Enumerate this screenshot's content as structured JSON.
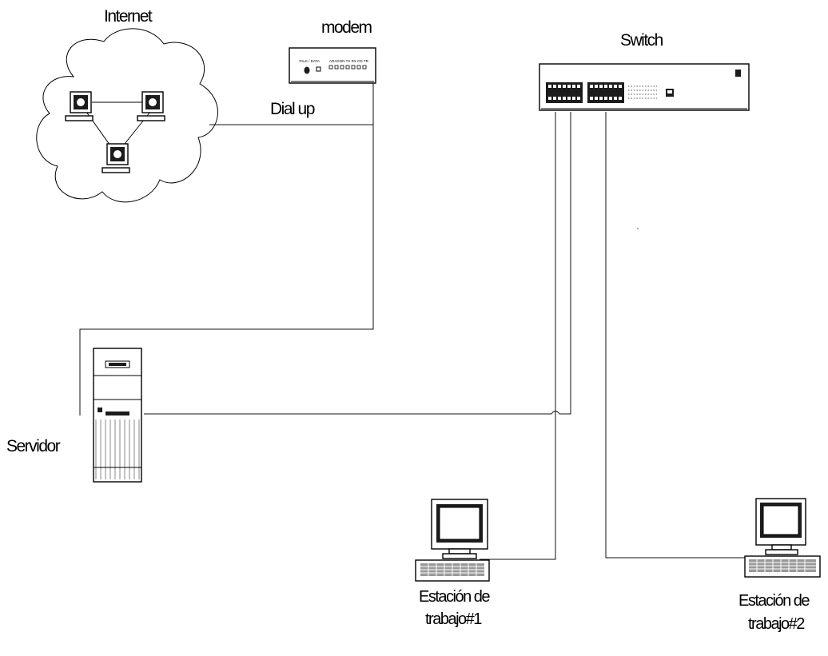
{
  "labels": {
    "internet": "Internet",
    "modem": "modem",
    "dial_up": "Dial up",
    "switch": "Switch",
    "server": "Servidor",
    "ws1_line1": "Estación de",
    "ws1_line2": "trabajo#1",
    "ws2_line1": "Estación de",
    "ws2_line2": "trabajo#2"
  },
  "icons": [
    "cloud-icon",
    "modem-icon",
    "switch-icon",
    "server-tower-icon",
    "workstation-icon"
  ],
  "colors": {
    "line": "#000000",
    "background": "#ffffff"
  }
}
